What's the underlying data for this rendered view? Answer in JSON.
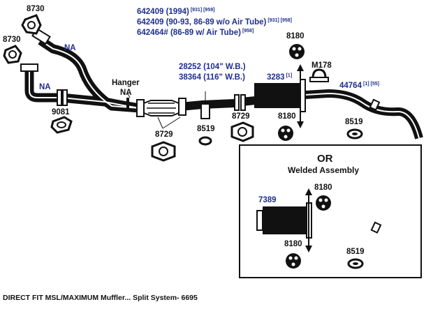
{
  "diagram": {
    "title": "DIRECT FIT MSL/MAXIMUM Muffler... Split System- 6695",
    "colors": {
      "part_number_blue": "#1e2f8c",
      "parts_black": "#111111"
    },
    "labels": {
      "gasket_top": "8730",
      "gasket_left": "8730",
      "na_upper": "NA",
      "na_lower": "NA",
      "clamp_left": "9081",
      "hanger": "Hanger",
      "hanger_na": "NA",
      "clamp_under_cat": "8729",
      "clamp_mid": "8729",
      "hanger_mid": "8519",
      "insulator_top": "8180",
      "insulator_bottom": "8180",
      "hanger_clamp": "M178",
      "tailpipe_hanger": "8519",
      "converter_line1": "642409 (1994)",
      "converter_line1_sup": "[931] [959]",
      "converter_line2": "642409 (90-93, 86-89 w/o Air Tube)",
      "converter_line2_sup": "[931] [958]",
      "converter_line3": "642464# (86-89 w/ Air Tube)",
      "converter_line3_sup": "[958]",
      "pipe_104": "28252 (104\" W.B.)",
      "pipe_116": "38364 (116\" W.B.)",
      "muffler": "3283",
      "muffler_sup": "[1]",
      "tailpipe": "44764",
      "tailpipe_sup": "[1] [55]"
    },
    "alternative": {
      "or": "OR",
      "subtitle": "Welded Assembly",
      "assembly": "7389",
      "insulator_top": "8180",
      "insulator_bottom": "8180",
      "tailpipe_hanger": "8519"
    }
  }
}
